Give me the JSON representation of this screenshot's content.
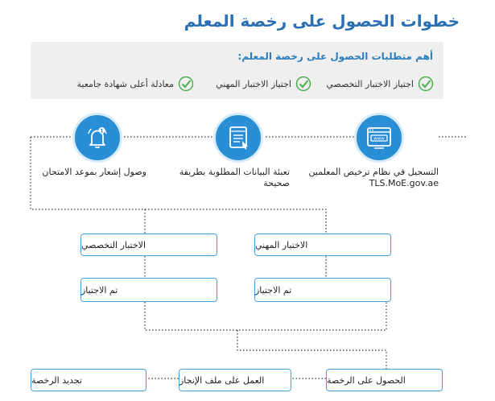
{
  "title": "خطوات الحصول على رخصة المعلم",
  "requirements": {
    "heading": "أهم متطلبات الحصول على رخصة المعلم:",
    "items": [
      "اجتياز الاختبار التخصصي",
      "اجتياز الاختبار المهني",
      "معادلة أعلى شهادة جامعية"
    ]
  },
  "steps": [
    {
      "label_line1": "التسجيل في نظام ترخيص المعلمين",
      "label_line2": "TLS.MoE.gov.ae",
      "icon": "www-browser-icon"
    },
    {
      "label_line1": "تعبئة البيانات المطلوبة بطريقة",
      "label_line2": "صحيحة",
      "icon": "form-document-icon"
    },
    {
      "label_line1": "وصول إشعار بموعد الامتحان",
      "label_line2": "",
      "icon": "notification-bell-icon"
    }
  ],
  "exams": {
    "professional": "الاختبار المهني",
    "specialized": "الاختبار التخصصي",
    "passed_right": "تم الاجتياز",
    "passed_left": "تم الاجتياز"
  },
  "final": {
    "obtain": "الحصول على الرخصة",
    "work_file": "العمل على ملف الإنجاز",
    "renew": "تجديد الرخصة"
  },
  "colors": {
    "title": "#2a6fb3",
    "accent": "#2a8ed6",
    "check": "#4caf50",
    "box_border": "#4aa0dc"
  }
}
